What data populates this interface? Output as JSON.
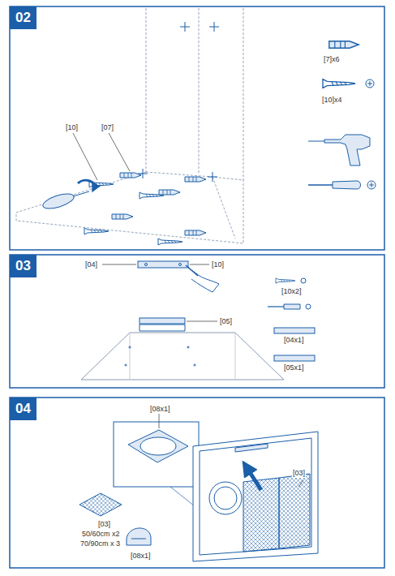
{
  "diagram": {
    "nodes": [
      {
        "text": [
          "02"
        ]
      },
      {
        "text": [
          "03"
        ]
      },
      {
        "text": [
          "04"
        ]
      }
    ],
    "labels": [
      "[10]",
      "[07]",
      "[7]x6",
      "[10]x4",
      "[04]",
      "[10]",
      "[05]",
      "[10x2]",
      "[04x1]",
      "[05x1]",
      "[08x1]",
      "[03]",
      "[03]",
      "50/60cm x2",
      "70/90cm x 3",
      "[08x1]"
    ]
  }
}
